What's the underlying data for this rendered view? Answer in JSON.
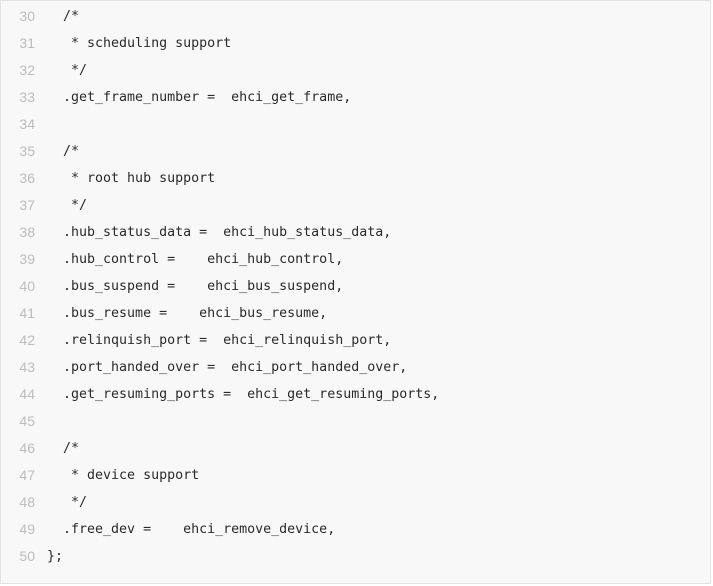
{
  "code_view": {
    "language": "c",
    "lines": [
      {
        "number": "30",
        "text": "  /*"
      },
      {
        "number": "31",
        "text": "   * scheduling support"
      },
      {
        "number": "32",
        "text": "   */"
      },
      {
        "number": "33",
        "text": "  .get_frame_number =  ehci_get_frame,"
      },
      {
        "number": "34",
        "text": ""
      },
      {
        "number": "35",
        "text": "  /*"
      },
      {
        "number": "36",
        "text": "   * root hub support"
      },
      {
        "number": "37",
        "text": "   */"
      },
      {
        "number": "38",
        "text": "  .hub_status_data =  ehci_hub_status_data,"
      },
      {
        "number": "39",
        "text": "  .hub_control =    ehci_hub_control,"
      },
      {
        "number": "40",
        "text": "  .bus_suspend =    ehci_bus_suspend,"
      },
      {
        "number": "41",
        "text": "  .bus_resume =    ehci_bus_resume,"
      },
      {
        "number": "42",
        "text": "  .relinquish_port =  ehci_relinquish_port,"
      },
      {
        "number": "43",
        "text": "  .port_handed_over =  ehci_port_handed_over,"
      },
      {
        "number": "44",
        "text": "  .get_resuming_ports =  ehci_get_resuming_ports,"
      },
      {
        "number": "45",
        "text": ""
      },
      {
        "number": "46",
        "text": "  /*"
      },
      {
        "number": "47",
        "text": "   * device support"
      },
      {
        "number": "48",
        "text": "   */"
      },
      {
        "number": "49",
        "text": "  .free_dev =    ehci_remove_device,"
      },
      {
        "number": "50",
        "text": "};"
      }
    ]
  },
  "colors": {
    "background": "#f8f8f8",
    "line_number": "#bcbcbc",
    "code_text": "#2a2a2a",
    "border": "#e2e2e2"
  }
}
